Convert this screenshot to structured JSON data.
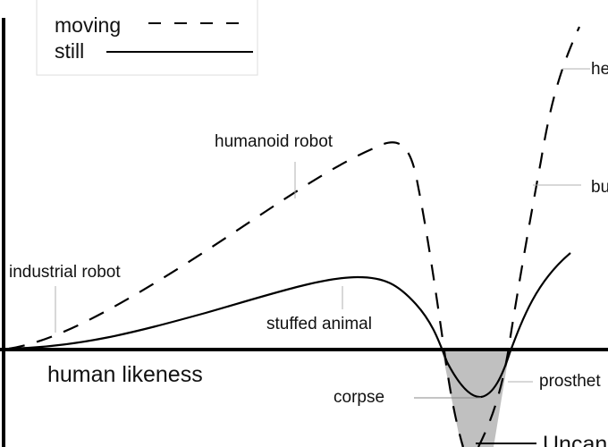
{
  "legend": {
    "moving_label": "moving",
    "still_label": "still"
  },
  "labels": {
    "industrial_robot": "industrial robot",
    "humanoid_robot": "humanoid robot",
    "stuffed_animal": "stuffed animal",
    "human_likeness": "human likeness",
    "corpse": "corpse",
    "prosthetic_hand": "prosthet",
    "healthy_person": "he",
    "bunraku_puppet": "bu",
    "uncanny_valley": "Uncan"
  },
  "colors": {
    "line": "#000000",
    "valley_fill": "#c0c0c0",
    "leader": "#b0b0b0",
    "legend_border": "#dddddd"
  }
}
